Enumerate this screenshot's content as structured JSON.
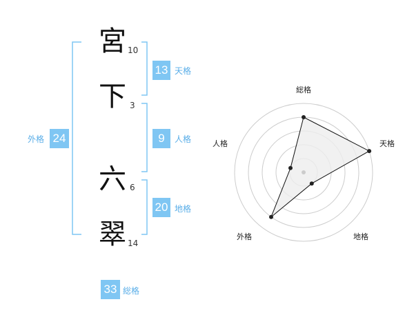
{
  "characters": [
    {
      "char": "宮",
      "strokes": "10"
    },
    {
      "char": "下",
      "strokes": "3"
    },
    {
      "char": "六",
      "strokes": "6"
    },
    {
      "char": "翠",
      "strokes": "14"
    }
  ],
  "scores": {
    "tenkaku": {
      "value": "13",
      "label": "天格"
    },
    "jinkaku": {
      "value": "9",
      "label": "人格"
    },
    "chikaku": {
      "value": "20",
      "label": "地格"
    },
    "gaikaku": {
      "value": "24",
      "label": "外格"
    },
    "soukaku": {
      "value": "33",
      "label": "総格"
    }
  },
  "colors": {
    "accent": "#7fc6f3",
    "label": "#5aaee8",
    "ring": "#cccccc",
    "fill": "#eeeeee"
  },
  "chart_data": {
    "type": "radar",
    "axes": [
      "総格",
      "天格",
      "地格",
      "外格",
      "人格"
    ],
    "levels": 5,
    "values": [
      4,
      5,
      1,
      4,
      1
    ],
    "max": 5
  }
}
